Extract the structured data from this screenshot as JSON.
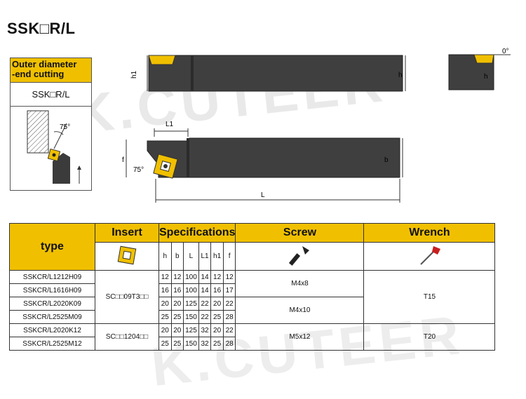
{
  "title": "SSK□R/L",
  "watermark": "K.CUTEER",
  "drawing": {
    "application_title": "Outer diameter -end cutting",
    "application_title_line1": "Outer diameter",
    "application_title_line2": "-end cutting",
    "code": "SSK□R/L",
    "angle_75": "75°",
    "angle_0": "0°",
    "dim_h": "h",
    "dim_h1": "h1",
    "dim_b": "b",
    "dim_f": "f",
    "dim_L": "L",
    "dim_L1": "L1"
  },
  "table": {
    "headers": {
      "type": "type",
      "insert": "Insert",
      "specifications": "Specifications",
      "screw": "Screw",
      "wrench": "Wrench"
    },
    "spec_cols": [
      "h",
      "b",
      "L",
      "L1",
      "h1",
      "f"
    ],
    "rows": [
      {
        "type": "SSKCR/L1212H09",
        "spec": [
          "12",
          "12",
          "100",
          "14",
          "12",
          "12"
        ]
      },
      {
        "type": "SSKCR/L1616H09",
        "spec": [
          "16",
          "16",
          "100",
          "14",
          "16",
          "17"
        ]
      },
      {
        "type": "SSKCR/L2020K09",
        "spec": [
          "20",
          "20",
          "125",
          "22",
          "20",
          "22"
        ]
      },
      {
        "type": "SSKCR/L2525M09",
        "spec": [
          "25",
          "25",
          "150",
          "22",
          "25",
          "28"
        ]
      },
      {
        "type": "SSKCR/L2020K12",
        "spec": [
          "20",
          "20",
          "125",
          "32",
          "20",
          "22"
        ]
      },
      {
        "type": "SSKCR/L2525M12",
        "spec": [
          "25",
          "25",
          "150",
          "32",
          "25",
          "28"
        ]
      }
    ],
    "insert_groups": [
      "SC□□09T3□□",
      "SC□□1204□□"
    ],
    "screw_groups": [
      "M4x8",
      "M4x10",
      "M5x12"
    ],
    "wrench_groups": [
      "T15",
      "T20"
    ]
  },
  "colors": {
    "accent": "#f0c000",
    "holder": "#3b3b3b"
  }
}
